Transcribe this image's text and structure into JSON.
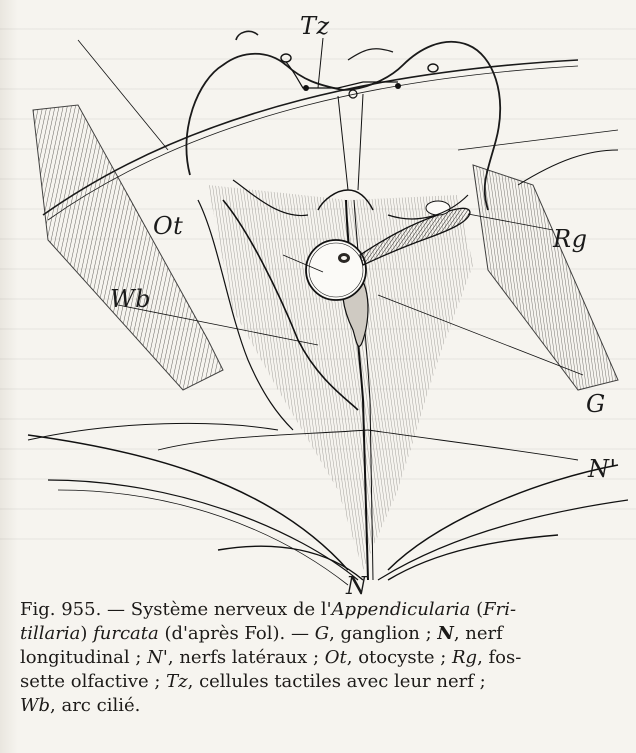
{
  "figure": {
    "labels": {
      "tz": "Tz",
      "ot": "Ot",
      "rg": "Rg",
      "wb": "Wb",
      "g": "G",
      "n_prime": "N'",
      "n": "N"
    }
  },
  "caption": {
    "fig_number": "Fig. 955.",
    "dash": " — ",
    "title_plain": "Système nerveux de l'",
    "genus": "Appendicularia",
    "paren_open": " (",
    "subgenus_a": "Fri-",
    "subgenus_b": "tillaria",
    "paren_close": ") ",
    "species": "furcata",
    "source": " (d'après Fol). — ",
    "key_g": "G",
    "desc_g": ", ganglion ; ",
    "key_n": "N",
    "desc_n_a": ", nerf",
    "desc_n_b": "longitudinal ; ",
    "key_nprime": "N'",
    "desc_nprime": ", nerfs latéraux ; ",
    "key_ot": "Ot",
    "desc_ot": ", otocyste ; ",
    "key_rg": "Rg",
    "desc_rg_a": ", fos-",
    "desc_rg_b": "sette olfactive ; ",
    "key_tz": "Tz",
    "desc_tz": ", cellules tactiles avec leur nerf ;",
    "key_wb": "Wb",
    "desc_wb": ", arc cilié."
  }
}
